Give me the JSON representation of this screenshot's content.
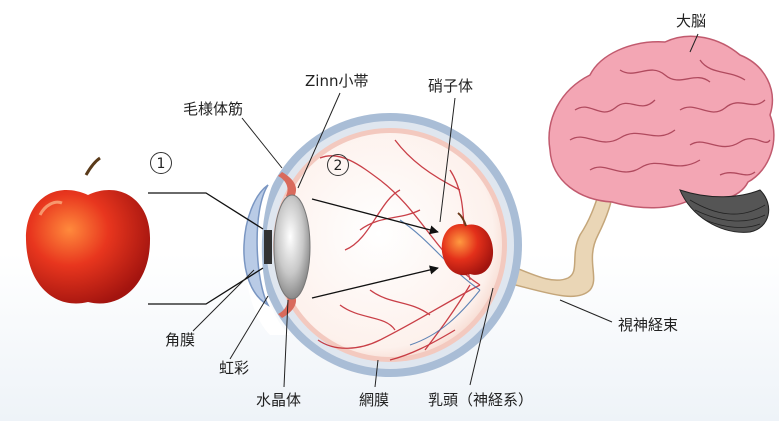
{
  "labels": {
    "brain": "大脳",
    "zinn": "Zinn小帯",
    "vitreous": "硝子体",
    "ciliary": "毛様体筋",
    "cornea": "角膜",
    "iris": "虹彩",
    "lens": "水晶体",
    "retina": "網膜",
    "disc": "乳頭（神経系）",
    "optic_nerve": "視神経束"
  },
  "markers": {
    "one": "1",
    "two": "2"
  },
  "colors": {
    "apple": "#d8281a",
    "brain": "#f2a7b4",
    "sclera": "#9bb4d0",
    "retina_vessel": "#c0202a",
    "nerve": "#e9d4b2"
  }
}
